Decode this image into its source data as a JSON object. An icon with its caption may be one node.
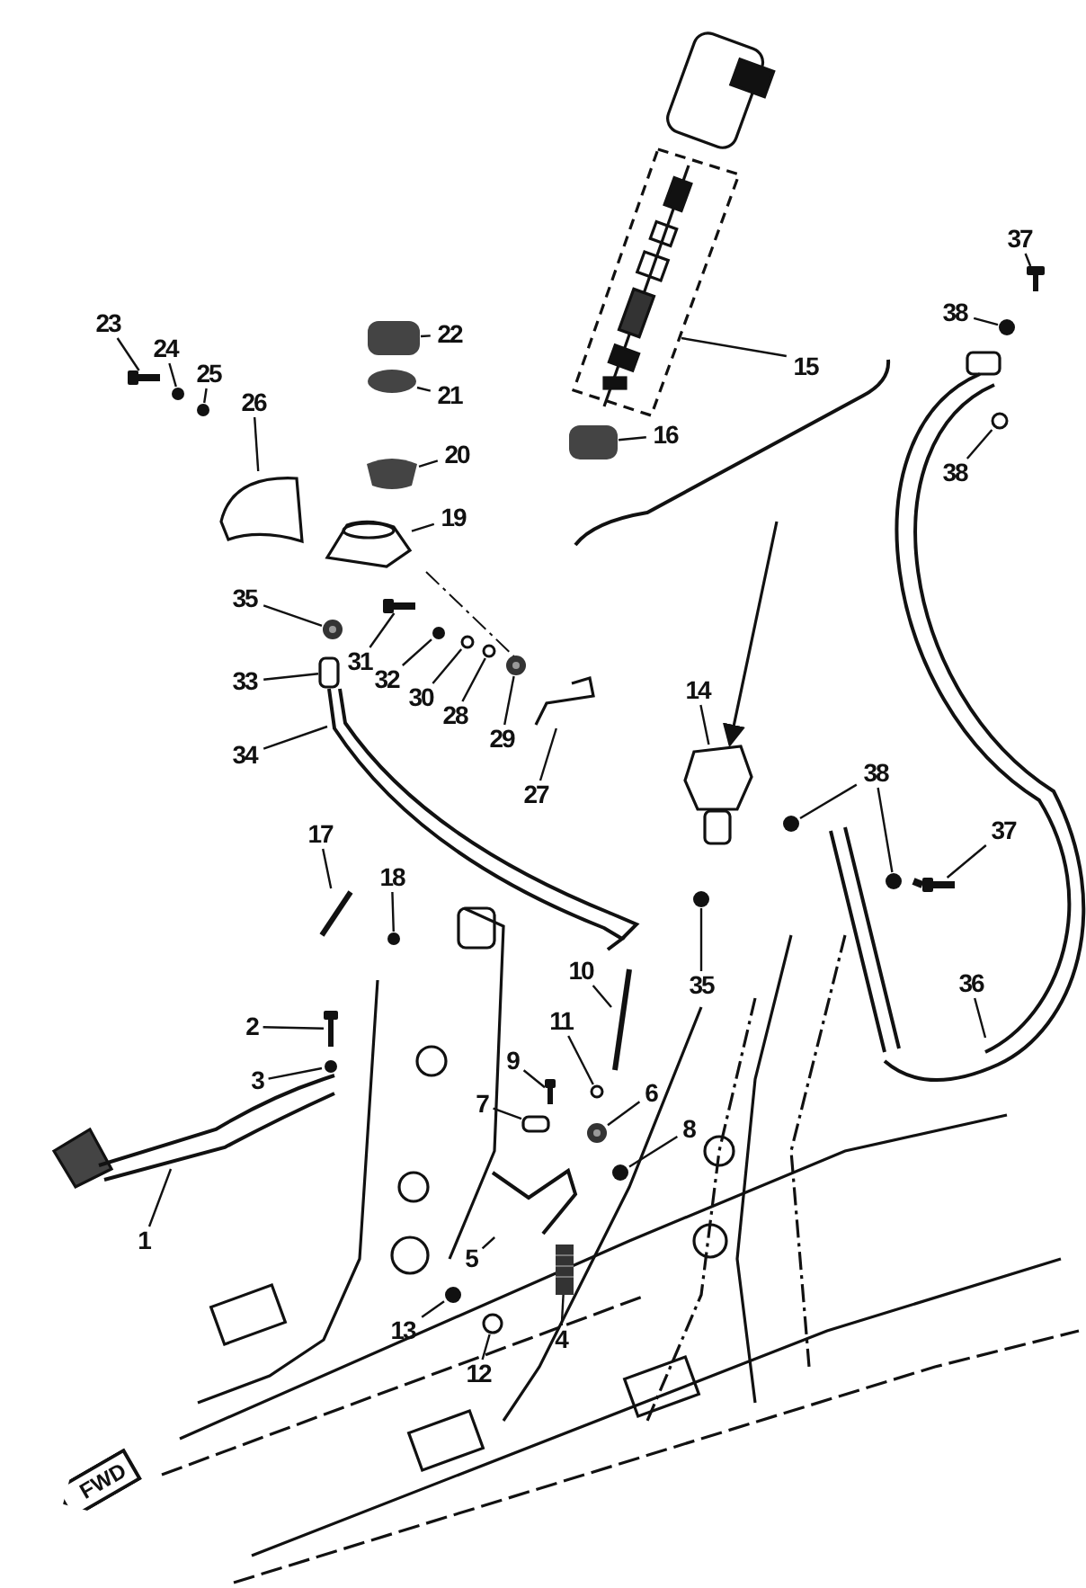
{
  "diagram": {
    "nodes": [
      {
        "text": [
          "23"
        ]
      },
      {
        "text": [
          "24"
        ]
      },
      {
        "text": [
          "25"
        ]
      },
      {
        "text": [
          "26"
        ]
      },
      {
        "text": [
          "22"
        ]
      },
      {
        "text": [
          "21"
        ]
      },
      {
        "text": [
          "20"
        ]
      },
      {
        "text": [
          "19"
        ]
      },
      {
        "text": [
          "15"
        ]
      },
      {
        "text": [
          "16"
        ]
      },
      {
        "text": [
          "37"
        ]
      },
      {
        "text": [
          "38"
        ]
      },
      {
        "text": [
          "38"
        ]
      },
      {
        "text": [
          "35"
        ]
      },
      {
        "text": [
          "31"
        ]
      },
      {
        "text": [
          "32"
        ]
      },
      {
        "text": [
          "30"
        ]
      },
      {
        "text": [
          "28"
        ]
      },
      {
        "text": [
          "29"
        ]
      },
      {
        "text": [
          "33"
        ]
      },
      {
        "text": [
          "27"
        ]
      },
      {
        "text": [
          "34"
        ]
      },
      {
        "text": [
          "14"
        ]
      },
      {
        "text": [
          "38"
        ]
      },
      {
        "text": [
          "37"
        ]
      },
      {
        "text": [
          "17"
        ]
      },
      {
        "text": [
          "18"
        ]
      },
      {
        "text": [
          "10"
        ]
      },
      {
        "text": [
          "35"
        ]
      },
      {
        "text": [
          "36"
        ]
      },
      {
        "text": [
          "11"
        ]
      },
      {
        "text": [
          "2"
        ]
      },
      {
        "text": [
          "3"
        ]
      },
      {
        "text": [
          "9"
        ]
      },
      {
        "text": [
          "6"
        ]
      },
      {
        "text": [
          "7"
        ]
      },
      {
        "text": [
          "8"
        ]
      },
      {
        "text": [
          "1"
        ]
      },
      {
        "text": [
          "5"
        ]
      },
      {
        "text": [
          "13"
        ]
      },
      {
        "text": [
          "12"
        ]
      },
      {
        "text": [
          "4"
        ]
      },
      {
        "text": [],
        "shape": "picture"
      },
      {
        "text": [],
        "shape": "circle"
      },
      {
        "text": [],
        "shape": "circle"
      },
      {
        "text": [],
        "shape": "picture"
      },
      {
        "text": [],
        "shape": "box"
      },
      {
        "text": [],
        "shape": "ellipse"
      },
      {
        "text": [],
        "shape": "box"
      },
      {
        "text": [],
        "shape": "picture"
      },
      {
        "text": [],
        "shape": "box"
      },
      {
        "text": [],
        "shape": "box"
      },
      {
        "text": [],
        "shape": "picture"
      },
      {
        "text": [],
        "shape": "circle"
      },
      {
        "text": [],
        "shape": "circle"
      },
      {
        "text": [],
        "shape": "circle"
      },
      {
        "text": [],
        "shape": "picture"
      },
      {
        "text": [],
        "shape": "circle"
      },
      {
        "text": [],
        "shape": "circle"
      },
      {
        "text": [],
        "shape": "circle"
      },
      {
        "text": [],
        "shape": "circle"
      },
      {
        "text": [],
        "shape": "box"
      },
      {
        "text": [],
        "shape": "picture"
      },
      {
        "text": [],
        "shape": "picture"
      },
      {
        "text": [],
        "shape": "circle"
      },
      {
        "text": [],
        "shape": "circle"
      },
      {
        "text": [],
        "shape": "picture"
      },
      {
        "text": [],
        "shape": "picture"
      },
      {
        "text": [],
        "shape": "circle"
      },
      {
        "text": [],
        "shape": "picture"
      },
      {
        "text": [],
        "shape": "circle"
      },
      {
        "text": [],
        "shape": "circle"
      },
      {
        "text": [],
        "shape": "picture"
      },
      {
        "text": [],
        "shape": "circle"
      },
      {
        "text": [],
        "shape": "picture"
      },
      {
        "text": [],
        "shape": "circle"
      },
      {
        "text": [],
        "shape": "box"
      },
      {
        "text": [],
        "shape": "circle"
      },
      {
        "text": [],
        "shape": "picture"
      },
      {
        "text": [],
        "shape": "circle"
      },
      {
        "text": [],
        "shape": "circle"
      },
      {
        "text": [],
        "shape": "bar"
      }
    ],
    "edges": [
      {
        "from": 0,
        "to": 42,
        "arrow": "none"
      },
      {
        "from": 1,
        "to": 43,
        "arrow": "none"
      },
      {
        "from": 2,
        "to": 44,
        "arrow": "none"
      },
      {
        "from": 3,
        "to": 45,
        "arrow": "none"
      },
      {
        "from": 4,
        "to": 46,
        "arrow": "none"
      },
      {
        "from": 5,
        "to": 47,
        "arrow": "none"
      },
      {
        "from": 6,
        "to": 48,
        "arrow": "none"
      },
      {
        "from": 7,
        "to": 49,
        "arrow": "none"
      },
      {
        "from": 8,
        "to": 50,
        "arrow": "none"
      },
      {
        "from": 9,
        "to": 51,
        "arrow": "none"
      },
      {
        "from": 10,
        "to": 52,
        "arrow": "none"
      },
      {
        "from": 11,
        "to": 53,
        "arrow": "none"
      },
      {
        "from": 12,
        "to": 54,
        "arrow": "none"
      },
      {
        "from": 13,
        "to": 55,
        "arrow": "none"
      },
      {
        "from": 14,
        "to": 56,
        "arrow": "none"
      },
      {
        "from": 15,
        "to": 57,
        "arrow": "none"
      },
      {
        "from": 16,
        "to": 58,
        "arrow": "none"
      },
      {
        "from": 17,
        "to": 59,
        "arrow": "none"
      },
      {
        "from": 18,
        "to": 60,
        "arrow": "none"
      },
      {
        "from": 19,
        "to": 61,
        "arrow": "none"
      },
      {
        "from": 20,
        "to": 62,
        "arrow": "none"
      },
      {
        "from": 21,
        "to": null,
        "arrow": "none"
      },
      {
        "from": 22,
        "to": 63,
        "arrow": "none"
      },
      {
        "from": 23,
        "to": 64,
        "arrow": "none"
      },
      {
        "from": 23,
        "to": 65,
        "arrow": "none"
      },
      {
        "from": 24,
        "to": 66,
        "arrow": "none"
      },
      {
        "from": 25,
        "to": 67,
        "arrow": "none"
      },
      {
        "from": 26,
        "to": 68,
        "arrow": "none"
      },
      {
        "from": 27,
        "to": 69,
        "arrow": "none"
      },
      {
        "from": 28,
        "to": 70,
        "arrow": "none"
      },
      {
        "from": 29,
        "to": null,
        "arrow": "none"
      },
      {
        "from": 30,
        "to": 71,
        "arrow": "none"
      },
      {
        "from": 31,
        "to": 72,
        "arrow": "none"
      },
      {
        "from": 32,
        "to": 73,
        "arrow": "none"
      },
      {
        "from": 33,
        "to": 74,
        "arrow": "none"
      },
      {
        "from": 34,
        "to": 75,
        "arrow": "none"
      },
      {
        "from": 35,
        "to": 76,
        "arrow": "none"
      },
      {
        "from": 36,
        "to": 77,
        "arrow": "none"
      },
      {
        "from": 37,
        "to": null,
        "arrow": "none"
      },
      {
        "from": 38,
        "to": 78,
        "arrow": "none"
      },
      {
        "from": 39,
        "to": 79,
        "arrow": "none"
      },
      {
        "from": 40,
        "to": 80,
        "arrow": "none"
      },
      {
        "from": 41,
        "to": 81,
        "arrow": "none"
      },
      {
        "from": null,
        "to": 63,
        "arrow": "to"
      }
    ],
    "labels": [
      "FWD"
    ]
  }
}
